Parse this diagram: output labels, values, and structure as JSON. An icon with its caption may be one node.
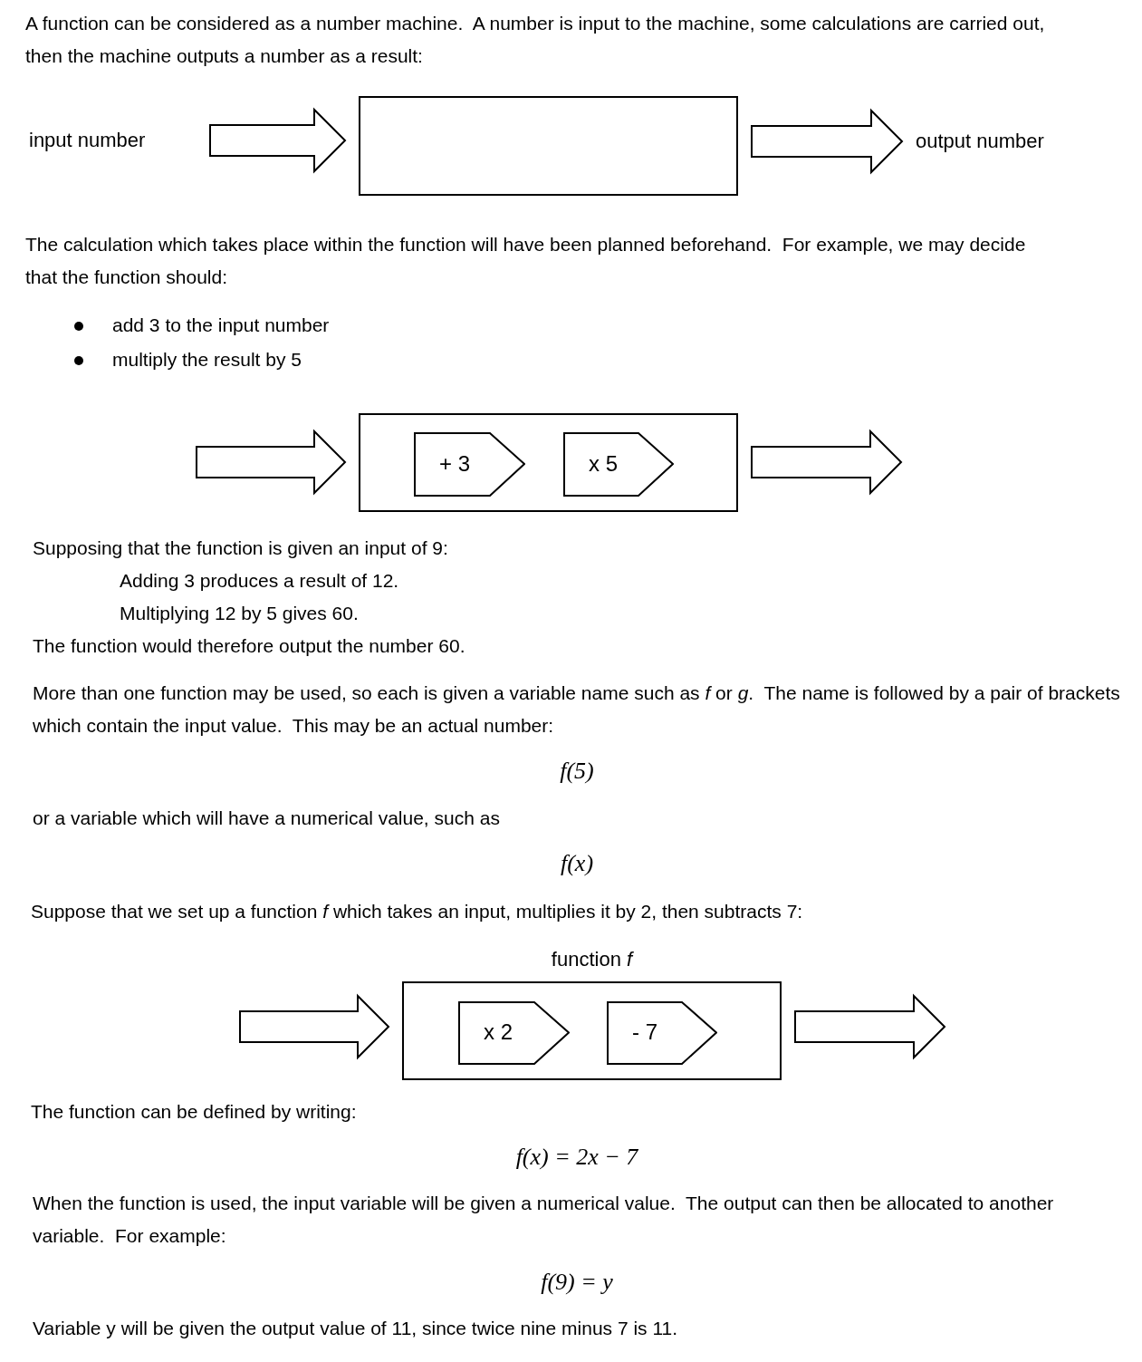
{
  "diagram": {
    "nodes": [
      {
        "text": [
          "input number"
        ]
      },
      {
        "text": [],
        "shape": "box"
      },
      {
        "text": [
          "output number"
        ]
      },
      {
        "text": [],
        "shape": "box"
      },
      {
        "text": [
          "+ 3"
        ],
        "in": 3
      },
      {
        "text": [
          "x 5"
        ],
        "in": 3
      },
      {
        "text": [
          "function *f*"
        ]
      },
      {
        "text": [
          "x 2"
        ],
        "in": 6
      },
      {
        "text": [
          "- 7"
        ],
        "in": 6
      }
    ],
    "edges": [
      {
        "from": 0,
        "to": 1,
        "arrow": "to"
      },
      {
        "from": 1,
        "to": 2,
        "arrow": "to"
      },
      {
        "from": null,
        "to": 3,
        "arrow": "to"
      },
      {
        "from": 3,
        "to": null,
        "arrow": "to"
      },
      {
        "from": null,
        "to": 6,
        "arrow": "to"
      },
      {
        "from": 6,
        "to": null,
        "arrow": "to"
      }
    ],
    "labels": [
      "A function can be considered as a number machine.  A number is input to the machine, some calculations are carried out, then the machine outputs a number as a result:",
      "The calculation which takes place within the function will have been planned beforehand.  For example, we may decide that the function should:",
      "add 3 to the input number",
      "multiply the result by 5",
      "Supposing that the function is given an input of 9:",
      "Adding 3 produces a result of 12.",
      "Multiplying 12 by 5 gives 60.",
      "The function would therefore output the number 60.",
      "More than one function may be used, so each is given a variable name such as *f* or *g*.  The name is followed by a pair of brackets which contain the input value.  This may be an actual number:",
      "f(5)",
      "or a variable which will have a numerical value, such as",
      "f(x)",
      "Suppose that we set up a function *f* which takes an input, multiplies it by 2, then subtracts 7:",
      "The function can be defined by writing:",
      "f(x) = 2x − 7",
      "When the function is used, the input variable will be given a numerical value.  The output can then be allocated to another variable.  For example:",
      "f(9) = y",
      "Variable y will be given the output value of 11, since twice nine minus 7 is 11."
    ]
  }
}
